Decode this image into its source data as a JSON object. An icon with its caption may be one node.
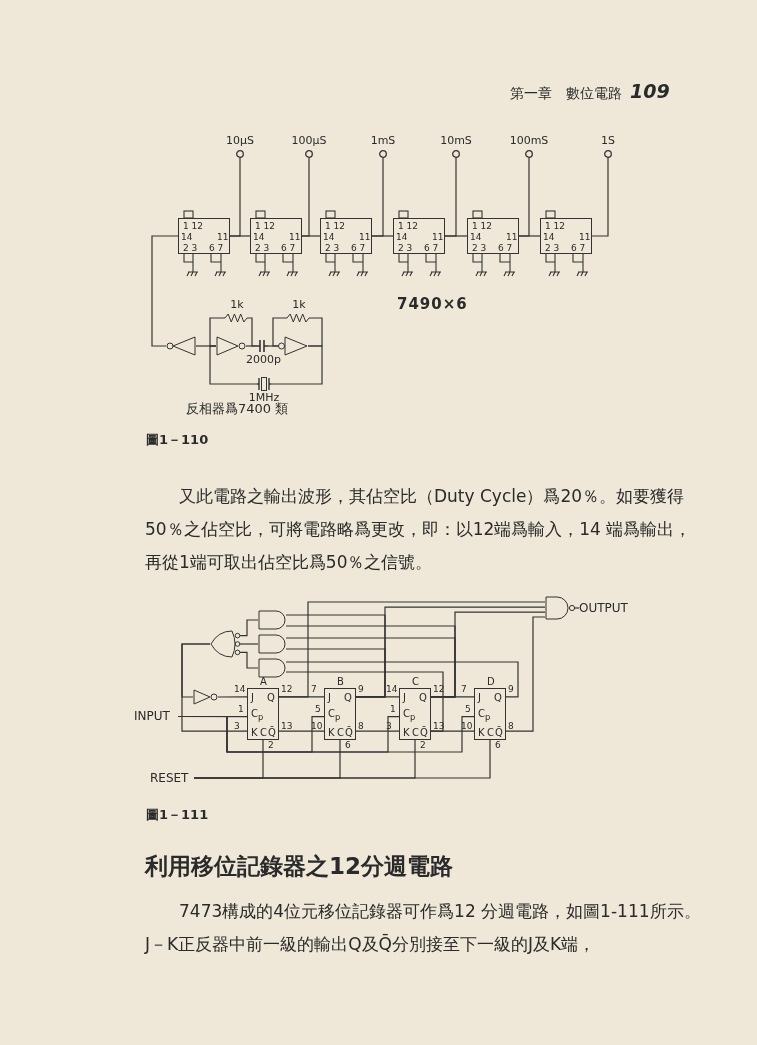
{
  "diagram": {
    "nodes": [
      {
        "text": [
          "1 12",
          "14",
          "11",
          "2 3",
          "6 7"
        ]
      },
      {
        "text": [
          "1 12",
          "14",
          "11",
          "2 3",
          "6 7"
        ]
      },
      {
        "text": [
          "1 12",
          "14",
          "11",
          "2 3",
          "6 7"
        ]
      },
      {
        "text": [
          "1 12",
          "14",
          "11",
          "2 3",
          "6 7"
        ]
      },
      {
        "text": [
          "1 12",
          "14",
          "11",
          "2 3",
          "6 7"
        ]
      },
      {
        "text": [
          "1 12",
          "14",
          "11",
          "2 3",
          "6 7"
        ]
      },
      {
        "text": [],
        "shape": "circle",
        "beside": [
          "10μS"
        ]
      },
      {
        "text": [],
        "shape": "circle",
        "beside": [
          "100μS"
        ]
      },
      {
        "text": [],
        "shape": "circle",
        "beside": [
          "1mS"
        ]
      },
      {
        "text": [],
        "shape": "circle",
        "beside": [
          "10mS"
        ]
      },
      {
        "text": [],
        "shape": "circle",
        "beside": [
          "100mS"
        ]
      },
      {
        "text": [],
        "shape": "circle",
        "beside": [
          "1S"
        ]
      },
      {
        "text": [],
        "shape": "triangle"
      },
      {
        "text": [],
        "shape": "triangle"
      },
      {
        "text": [],
        "shape": "triangle"
      },
      {
        "text": [],
        "shape": "resistor",
        "beside": [
          "1k"
        ]
      },
      {
        "text": [],
        "shape": "resistor",
        "beside": [
          "1k"
        ]
      },
      {
        "text": [],
        "shape": "capacitor",
        "beside": [
          "2000p"
        ]
      },
      {
        "text": [],
        "shape": "crystal",
        "beside": [
          "1MHz"
        ]
      },
      {
        "text": [
          "INPUT"
        ]
      },
      {
        "text": [],
        "shape": "triangle"
      },
      {
        "text": [],
        "shape": "gate"
      },
      {
        "text": [],
        "shape": "gate"
      },
      {
        "text": [],
        "shape": "gate"
      },
      {
        "text": [],
        "shape": "gate"
      },
      {
        "text": [],
        "shape": "gate"
      },
      {
        "text": [
          "OUTPUT"
        ]
      },
      {
        "text": [
          "RESET"
        ]
      },
      {
        "text": [
          "A",
          "J",
          "Q",
          "C$_{p}$",
          "K",
          "C",
          "Q̄"
        ],
        "beside": [
          "14",
          "12",
          "1",
          "3",
          "13",
          "2"
        ]
      },
      {
        "text": [
          "B",
          "J",
          "Q",
          "C$_{p}$",
          "K",
          "C",
          "Q̄"
        ],
        "beside": [
          "7",
          "9",
          "5",
          "10",
          "8",
          "6"
        ]
      },
      {
        "text": [
          "C",
          "J",
          "Q",
          "C$_{p}$",
          "K",
          "C",
          "Q̄"
        ],
        "beside": [
          "14",
          "12",
          "1",
          "3",
          "13",
          "2"
        ]
      },
      {
        "text": [
          "D",
          "J",
          "Q",
          "C$_{p}$",
          "K",
          "C",
          "Q̄"
        ],
        "beside": [
          "7",
          "9",
          "5",
          "10",
          "8",
          "6"
        ]
      }
    ],
    "edges": [
      {
        "from": 0,
        "to": 1,
        "arrow": "none"
      },
      {
        "from": 1,
        "to": 2,
        "arrow": "none"
      },
      {
        "from": 2,
        "to": 3,
        "arrow": "none"
      },
      {
        "from": 3,
        "to": 4,
        "arrow": "none"
      },
      {
        "from": 4,
        "to": 5,
        "arrow": "none"
      },
      {
        "from": 0,
        "to": 6,
        "arrow": "none"
      },
      {
        "from": 1,
        "to": 7,
        "arrow": "none"
      },
      {
        "from": 2,
        "to": 8,
        "arrow": "none"
      },
      {
        "from": 3,
        "to": 9,
        "arrow": "none"
      },
      {
        "from": 4,
        "to": 10,
        "arrow": "none"
      },
      {
        "from": 5,
        "to": 11,
        "arrow": "none"
      },
      {
        "from": 12,
        "to": 0,
        "arrow": "none"
      },
      {
        "from": 13,
        "to": 12,
        "arrow": "none"
      },
      {
        "from": 15,
        "to": 13,
        "arrow": "none"
      },
      {
        "from": 15,
        "to": 17,
        "arrow": "none"
      },
      {
        "from": 13,
        "to": 17,
        "arrow": "none"
      },
      {
        "from": 17,
        "to": 14,
        "arrow": "none"
      },
      {
        "from": 16,
        "to": 14,
        "arrow": "none"
      },
      {
        "from": 16,
        "to": 14,
        "arrow": "none"
      },
      {
        "from": 18,
        "to": 13,
        "arrow": "none"
      },
      {
        "from": 18,
        "to": 14,
        "arrow": "none"
      },
      {
        "from": 21,
        "to": 20,
        "arrow": "none"
      },
      {
        "from": 20,
        "to": 28,
        "arrow": "none"
      },
      {
        "from": 21,
        "to": 28,
        "arrow": "none"
      },
      {
        "from": 19,
        "to": 28,
        "arrow": "none"
      },
      {
        "from": 19,
        "to": 29,
        "arrow": "none"
      },
      {
        "from": 19,
        "to": 30,
        "arrow": "none"
      },
      {
        "from": 19,
        "to": 31,
        "arrow": "none"
      },
      {
        "from": 28,
        "to": 29,
        "arrow": "none"
      },
      {
        "from": 28,
        "to": 29,
        "arrow": "none"
      },
      {
        "from": 29,
        "to": 30,
        "arrow": "none"
      },
      {
        "from": 29,
        "to": 30,
        "arrow": "none"
      },
      {
        "from": 30,
        "to": 31,
        "arrow": "none"
      },
      {
        "from": 30,
        "to": 31,
        "arrow": "none"
      },
      {
        "from": 22,
        "to": 21,
        "arrow": "none"
      },
      {
        "from": 23,
        "to": 21,
        "arrow": "none"
      },
      {
        "from": 24,
        "to": 21,
        "arrow": "none"
      },
      {
        "from": 29,
        "to": 22,
        "arrow": "none"
      },
      {
        "from": 30,
        "to": 22,
        "arrow": "none"
      },
      {
        "from": 30,
        "to": 23,
        "arrow": "none"
      },
      {
        "from": 29,
        "to": 23,
        "arrow": "none"
      },
      {
        "from": 31,
        "to": 24,
        "arrow": "none"
      },
      {
        "from": 30,
        "to": 24,
        "arrow": "none"
      },
      {
        "from": 28,
        "to": 25,
        "arrow": "none"
      },
      {
        "from": 29,
        "to": 25,
        "arrow": "none"
      },
      {
        "from": 30,
        "to": 25,
        "arrow": "none"
      },
      {
        "from": 31,
        "to": 25,
        "arrow": "none"
      },
      {
        "from": 25,
        "to": 26,
        "arrow": "none"
      },
      {
        "from": 27,
        "to": 28,
        "arrow": "none"
      },
      {
        "from": 27,
        "to": 29,
        "arrow": "none"
      },
      {
        "from": 27,
        "to": 30,
        "arrow": "none"
      },
      {
        "from": 27,
        "to": 31,
        "arrow": "none"
      }
    ],
    "labels": [
      "第一章　數位電路",
      "109",
      "7490×6",
      "反相器爲7400 類",
      "圖1－110",
      "又此電路之輸出波形，其佔空比（Duty Cycle）爲20％。如要獲得50％之佔空比，可將電路略爲更改，即：以12端爲輸入，14 端爲輸出，再從1端可取出佔空比爲50％之信號。",
      "圖1－111",
      "利用移位記錄器之12分週電路",
      "7473構成的4位元移位記錄器可作爲12 分週電路，如圖1-111所示。J－K正反器中前一級的輸出Q及Q̄分別接至下一級的J及K端，"
    ]
  }
}
